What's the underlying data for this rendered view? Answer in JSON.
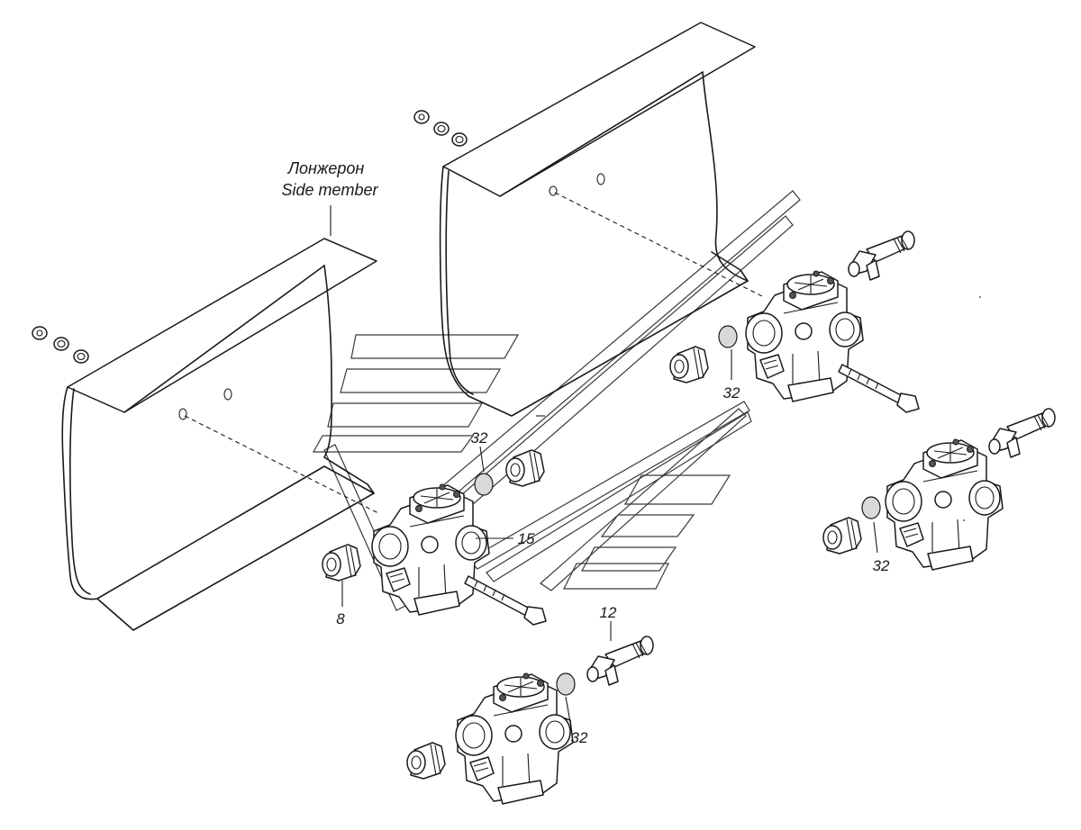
{
  "side_member": {
    "label_ru": "Лонжерон",
    "label_en": "Side member"
  },
  "callouts": [
    {
      "id": "callout-32-a",
      "text": "32"
    },
    {
      "id": "callout-32-b",
      "text": "32"
    },
    {
      "id": "callout-32-c",
      "text": "32"
    },
    {
      "id": "callout-32-d",
      "text": "32"
    },
    {
      "id": "callout-15",
      "text": "15"
    },
    {
      "id": "callout-8",
      "text": "8"
    },
    {
      "id": "callout-12",
      "text": "12"
    }
  ]
}
